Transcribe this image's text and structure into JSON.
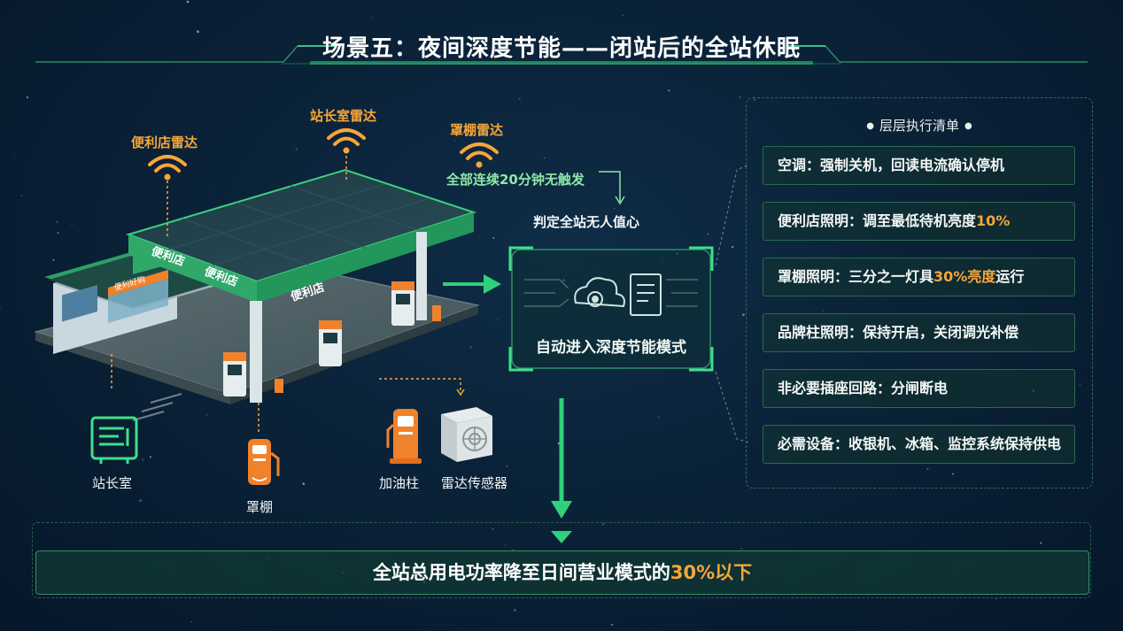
{
  "title": "场景五：夜间深度节能——闭站后的全站休眠",
  "radars": {
    "store": "便利店雷达",
    "office": "站长室雷达",
    "canopy": "罩棚雷达"
  },
  "trigger": "全部连续20分钟无触发",
  "judge": "判定全站无人值心",
  "store_signs": {
    "main": "便利店",
    "canopy_front": "便利店",
    "canopy_side": "便利店",
    "awning": "便利好购"
  },
  "center_box": {
    "label": "自动进入深度节能模式"
  },
  "devices": {
    "office": "站长室",
    "canopy": "罩棚",
    "pump": "加油柱",
    "sensor": "雷达传感器"
  },
  "panel": {
    "title": "层层执行清单",
    "rules": [
      {
        "name": "空调",
        "sep": "：",
        "text": "强制关机，回读电流确认停机",
        "highlight": "",
        "tail": ""
      },
      {
        "name": "便利店照明",
        "sep": "：",
        "text": "调至最低待机亮度",
        "highlight": "10%",
        "tail": ""
      },
      {
        "name": "罩棚照明",
        "sep": "：",
        "text": "三分之一灯具",
        "highlight": "30%亮度",
        "tail": "运行"
      },
      {
        "name": "品牌柱照明",
        "sep": "：",
        "text": "保持开启，关闭调光补偿",
        "highlight": "",
        "tail": ""
      },
      {
        "name": "非必要插座回路",
        "sep": "：",
        "text": "分闸断电",
        "highlight": "",
        "tail": ""
      },
      {
        "name": "必需设备",
        "sep": "：",
        "text": "收银机、冰箱、监控系统保持供电",
        "highlight": "",
        "tail": ""
      }
    ]
  },
  "bottom": {
    "text": "全站总用电功率降至日间营业模式的",
    "highlight": "30%以下"
  },
  "colors": {
    "accent_green": "#2fd17a",
    "accent_orange": "#f6a63a",
    "background": "#0a2238"
  }
}
